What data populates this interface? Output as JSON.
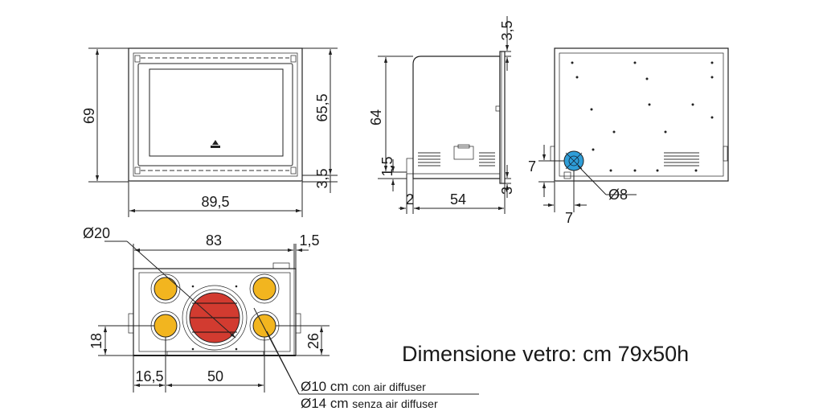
{
  "front_view": {
    "height_total": "69",
    "height_inner": "65,5",
    "height_base": "3,5",
    "width": "89,5"
  },
  "side_view": {
    "height": "64",
    "top_offset": "3,5",
    "bottom_offset": "1,5",
    "bottom_right": "3",
    "depth_front": "2",
    "depth": "54"
  },
  "back_view": {
    "outlet_height": "7",
    "outlet_offset": "7",
    "outlet_diameter": "Ø8"
  },
  "top_view": {
    "width": "83",
    "lip": "1,5",
    "main_diameter": "Ø20",
    "outlet_left_offset": "16,5",
    "outlet_spacing": "50",
    "outlet_height_left": "18",
    "outlet_height_right": "26",
    "note_air_diffuser": "Ø10 cm",
    "note_air_diffuser_suffix": "con air diffuser",
    "note_no_diffuser": "Ø14 cm",
    "note_no_diffuser_suffix": "senza air diffuser"
  },
  "glass_dimension": "Dimensione vetro: cm 79x50h",
  "colors": {
    "main_duct": "#d23b30",
    "outlet_ducts": "#f2b51f",
    "smoke_outlet": "#2f9ed8",
    "lines": "#222222"
  }
}
